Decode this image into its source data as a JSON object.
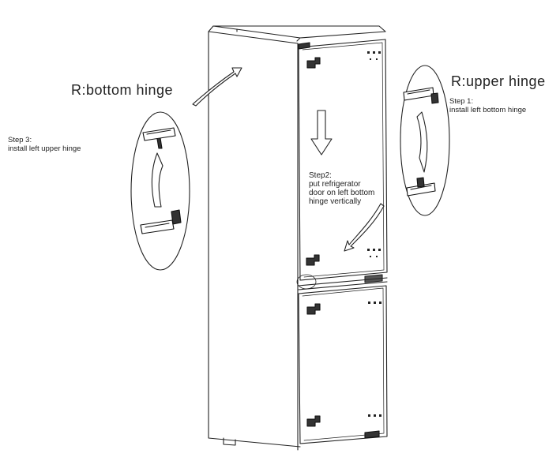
{
  "labels": {
    "bottom_hinge_title": "R:bottom hinge",
    "upper_hinge_title": "R:upper hinge",
    "step1_title": "Step 1:",
    "step1_text": "install left bottom hinge",
    "step2_title": "Step2:",
    "step2_line1": "put refrigerator",
    "step2_line2": "door on left bottom",
    "step2_line3": "hinge vertically",
    "step3_title": "Step 3:",
    "step3_text": "install left upper hinge"
  },
  "colors": {
    "line": "#222222",
    "background": "#ffffff"
  },
  "icons": [
    "hinge-icon",
    "arrow-down-icon",
    "arrow-curved-icon"
  ]
}
